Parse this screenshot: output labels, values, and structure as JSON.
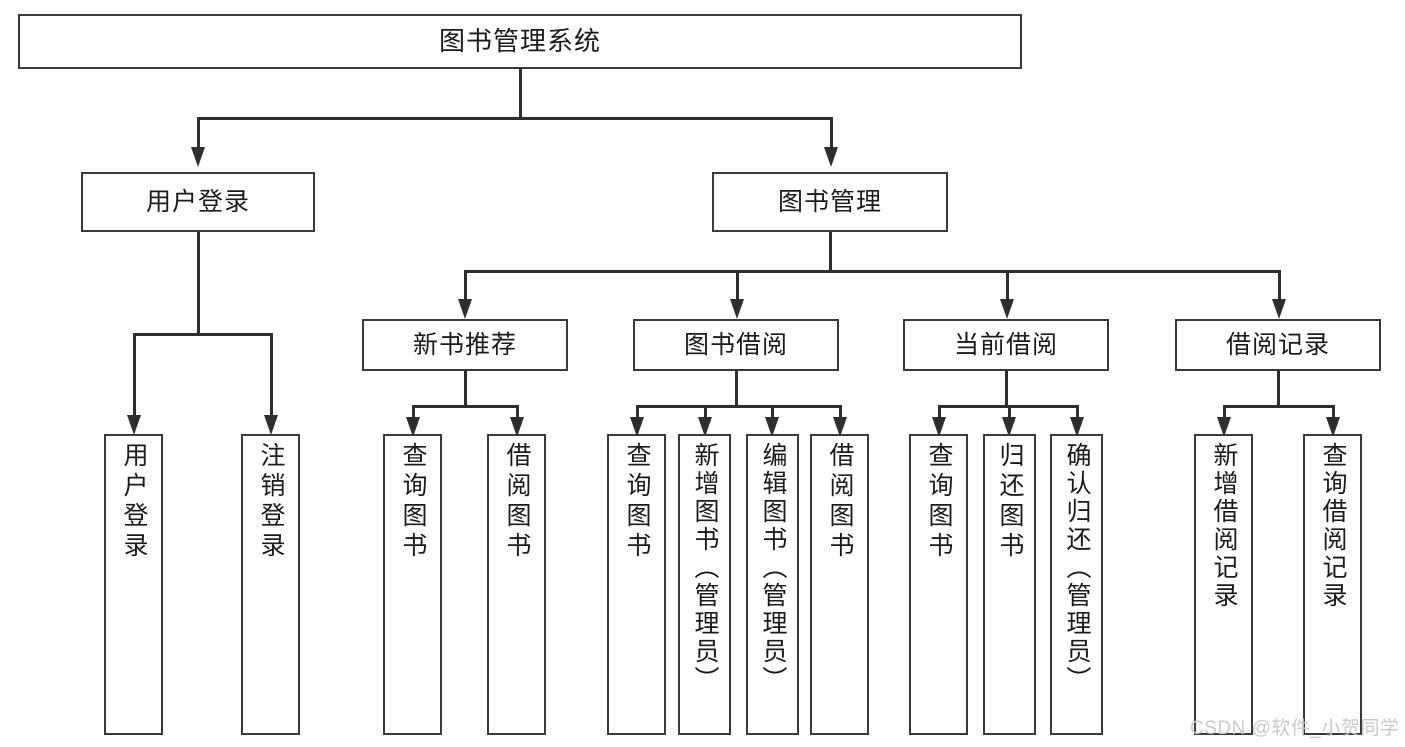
{
  "diagram": {
    "type": "tree-hierarchy",
    "title": "图书管理系统",
    "root": {
      "label": "图书管理系统"
    },
    "level2": [
      {
        "label": "用户登录"
      },
      {
        "label": "图书管理"
      }
    ],
    "level3": [
      {
        "label": "新书推荐"
      },
      {
        "label": "图书借阅"
      },
      {
        "label": "当前借阅"
      },
      {
        "label": "借阅记录"
      }
    ],
    "leaves": {
      "user_login": [
        {
          "label": "用户登录"
        },
        {
          "label": "注销登录"
        }
      ],
      "new_book_recommend": [
        {
          "label": "查询图书"
        },
        {
          "label": "借阅图书"
        }
      ],
      "book_borrow": [
        {
          "label": "查询图书"
        },
        {
          "label": "新增图书（管理员）"
        },
        {
          "label": "编辑图书（管理员）"
        },
        {
          "label": "借阅图书"
        }
      ],
      "current_borrow": [
        {
          "label": "查询图书"
        },
        {
          "label": "归还图书"
        },
        {
          "label": "确认归还（管理员）"
        }
      ],
      "borrow_record": [
        {
          "label": "新增借阅记录"
        },
        {
          "label": "查询借阅记录"
        }
      ]
    }
  },
  "watermark": {
    "text": "CSDN @软件_小贺同学"
  },
  "colors": {
    "box_border": "#3a3a3a",
    "connector": "#2e2e2e",
    "text": "#1b1b1b",
    "background": "#ffffff",
    "watermark": "#c9c9c9"
  }
}
